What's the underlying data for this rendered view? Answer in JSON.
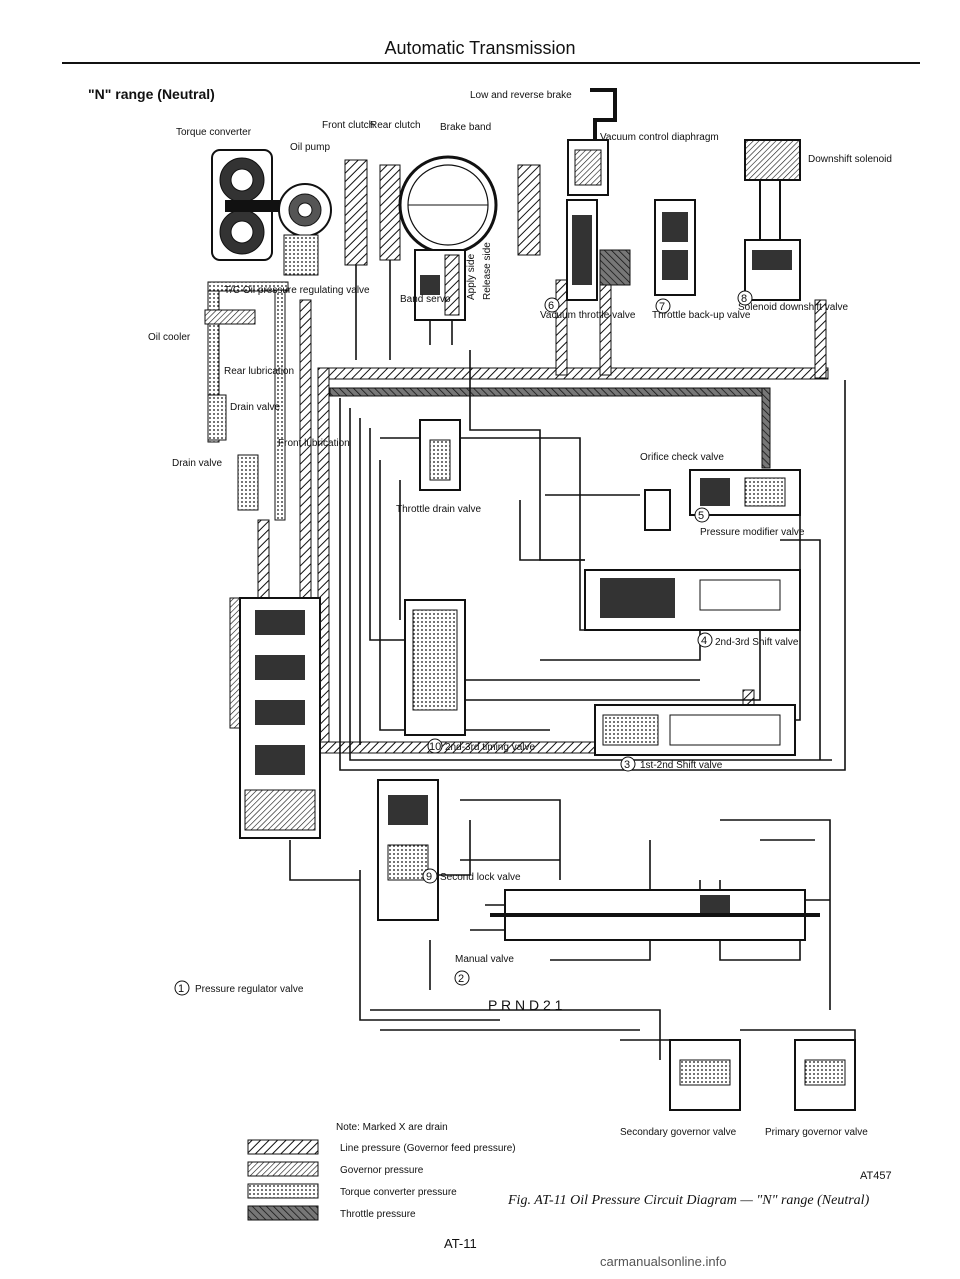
{
  "header": {
    "title": "Automatic Transmission",
    "range": "\"N\" range (Neutral)"
  },
  "labels": {
    "torque_converter": "Torque converter",
    "oil_pump": "Oil pump",
    "front_clutch": "Front clutch",
    "rear_clutch": "Rear clutch",
    "brake_band": "Brake band",
    "low_reverse_brake": "Low and reverse brake",
    "vacuum_diaphragm": "Vacuum control diaphragm",
    "downshift_solenoid": "Downshift solenoid",
    "tc_valve": "T/C Oil pressure regulating valve",
    "oil_cooler": "Oil cooler",
    "rear_lube": "Rear lubrication",
    "drain_valve_a": "Drain valve",
    "front_lube": "Front lubrication",
    "drain_valve_b": "Drain valve",
    "band_servo": "Band servo",
    "apply_side": "Apply side",
    "release_side": "Release side",
    "vacuum_throttle": "Vacuum throttle valve",
    "throttle_backup": "Throttle back-up valve",
    "solenoid_downshift": "Solenoid downshift valve",
    "throttle_drain": "Throttle drain valve",
    "orifice_check": "Orifice check valve",
    "pressure_modifier": "Pressure modifier valve",
    "shift_23": "2nd-3rd Shift valve",
    "timing_23": "2nd-3rd timing valve",
    "shift_12": "1st-2nd Shift valve",
    "second_lock": "Second lock valve",
    "pressure_regulator": "Pressure regulator valve",
    "manual_valve": "Manual valve",
    "prnd": "P R N D 2 1",
    "secondary_gov": "Secondary governor valve",
    "primary_gov": "Primary governor valve"
  },
  "circles": [
    "6",
    "7",
    "8",
    "5",
    "4",
    "10",
    "3",
    "9",
    "1",
    "2"
  ],
  "legend": {
    "note": "Note: Marked X are drain",
    "items": [
      "Line pressure (Governor feed pressure)",
      "Governor pressure",
      "Torque converter pressure",
      "Throttle pressure"
    ]
  },
  "caption": "Fig. AT-11 Oil Pressure Circuit Diagram — \"N\" range (Neutral)",
  "code": "AT457",
  "page": "AT-11",
  "watermark": "carmanualsonline.info"
}
